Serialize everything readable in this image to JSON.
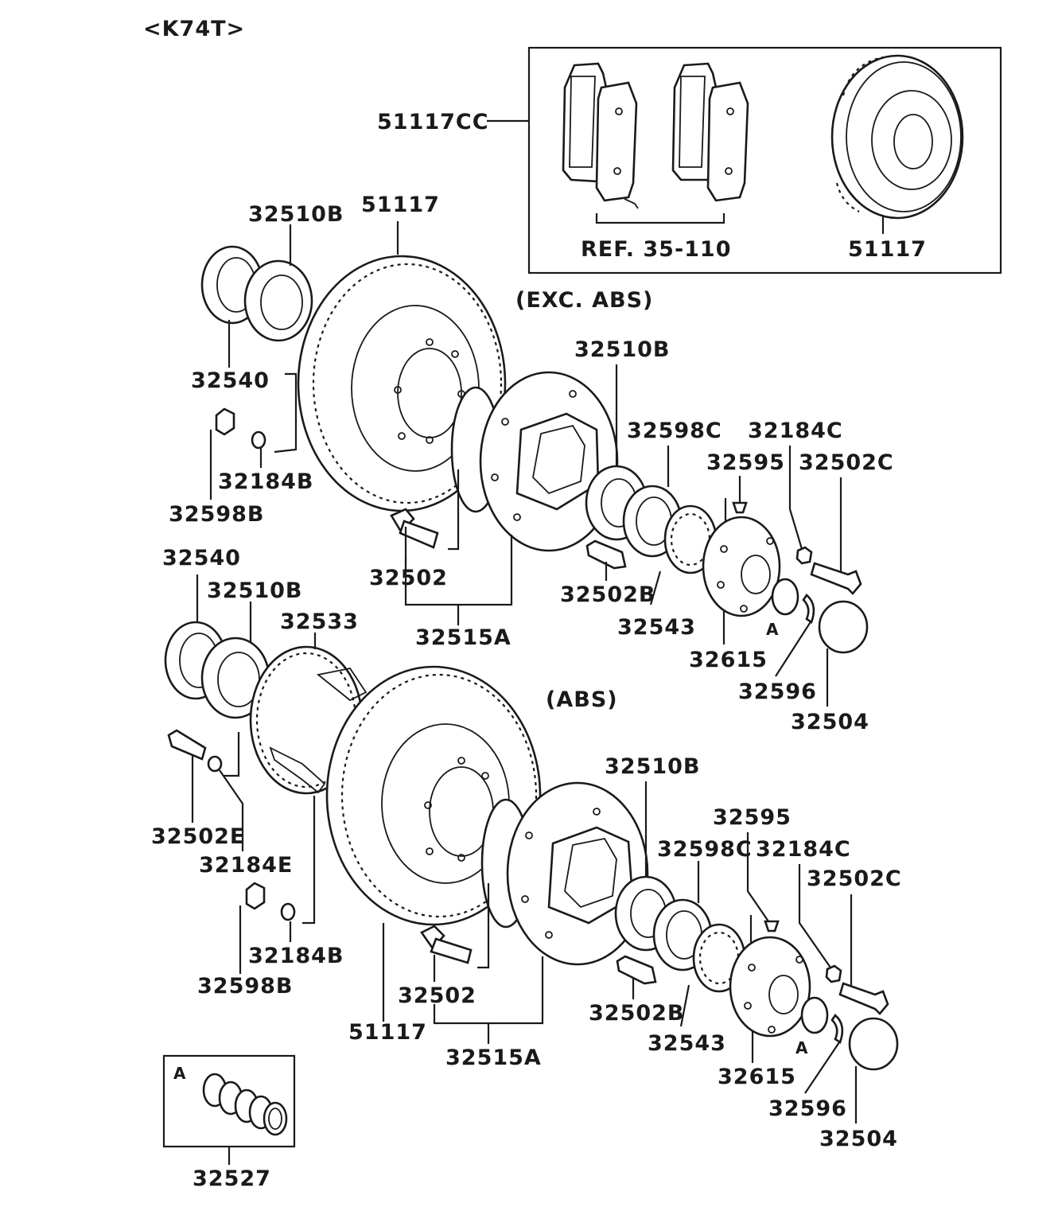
{
  "header": {
    "model_code": "<K74T>"
  },
  "sections": {
    "top": {
      "variant": "(EXC. ABS)"
    },
    "bottom": {
      "variant": "(ABS)"
    }
  },
  "inset_pads": {
    "part": "51117CC",
    "ref": "REF. 35-110",
    "rotor": "51117"
  },
  "labels": {
    "t_32510B_a": "32510B",
    "t_51117": "51117",
    "t_32540": "32540",
    "t_32598B": "32598B",
    "t_32184B": "32184B",
    "t_32502": "32502",
    "t_32515A": "32515A",
    "t_32510B_b": "32510B",
    "t_32598C": "32598C",
    "t_32184C": "32184C",
    "t_32595": "32595",
    "t_32502C": "32502C",
    "t_32502B": "32502B",
    "t_32543": "32543",
    "t_32615": "32615",
    "t_A": "A",
    "t_32596": "32596",
    "t_32504": "32504",
    "b_32540": "32540",
    "b_32510B_a": "32510B",
    "b_32533": "32533",
    "b_32502E": "32502E",
    "b_32184E": "32184E",
    "b_32598B": "32598B",
    "b_32184B": "32184B",
    "b_32502": "32502",
    "b_51117": "51117",
    "b_32515A": "32515A",
    "b_32510B_b": "32510B",
    "b_32595": "32595",
    "b_32598C": "32598C",
    "b_32184C": "32184C",
    "b_32502C": "32502C",
    "b_32502B": "32502B",
    "b_32543": "32543",
    "b_32615": "32615",
    "b_A": "A",
    "b_32596": "32596",
    "b_32504": "32504"
  },
  "kit": {
    "marker": "A",
    "part": "32527"
  }
}
